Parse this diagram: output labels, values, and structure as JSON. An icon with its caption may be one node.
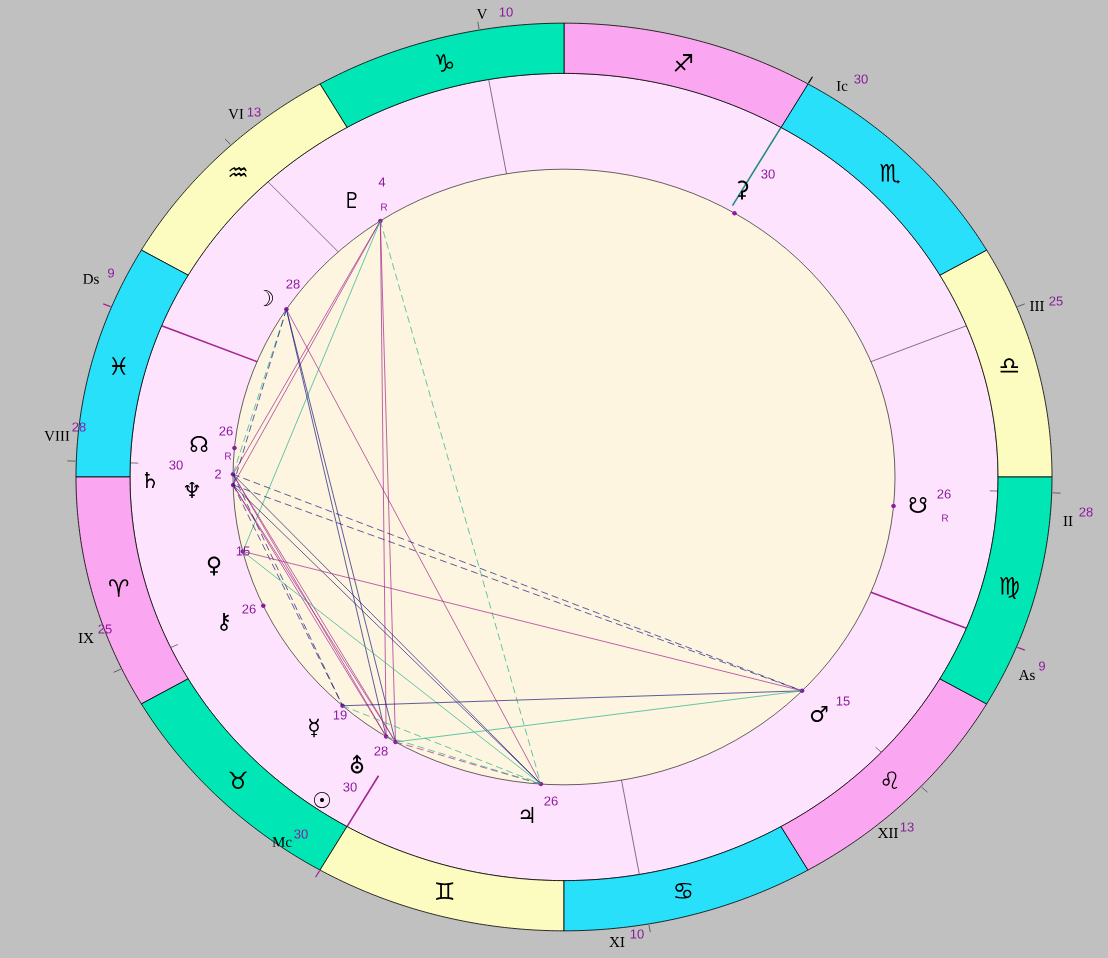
{
  "diagram": {
    "nodes": [
      {
        "text": [
          "♎"
        ]
      },
      {
        "text": [
          "♏"
        ]
      },
      {
        "text": [
          "♐"
        ]
      },
      {
        "text": [
          "♑"
        ]
      },
      {
        "text": [
          "♒"
        ]
      },
      {
        "text": [
          "♓"
        ]
      },
      {
        "text": [
          "♈"
        ]
      },
      {
        "text": [
          "♉"
        ]
      },
      {
        "text": [
          "♊"
        ]
      },
      {
        "text": [
          "♋"
        ]
      },
      {
        "text": [
          "♌"
        ]
      },
      {
        "text": [
          "♍"
        ]
      },
      {
        "text": [],
        "shape": "circle"
      },
      {
        "text": [],
        "shape": "circle"
      },
      {
        "text": [],
        "shape": "circle"
      },
      {
        "text": [],
        "shape": "circle"
      },
      {
        "text": [],
        "shape": "circle"
      },
      {
        "text": [],
        "shape": "circle"
      },
      {
        "text": [],
        "shape": "circle"
      },
      {
        "text": [],
        "shape": "circle"
      },
      {
        "text": [],
        "shape": "circle"
      },
      {
        "text": [],
        "shape": "circle"
      },
      {
        "text": [],
        "shape": "circle"
      },
      {
        "text": [],
        "shape": "circle"
      },
      {
        "text": [],
        "shape": "circle"
      },
      {
        "text": [],
        "shape": "circle"
      }
    ],
    "edges": [
      {
        "from": 12,
        "to": 15,
        "arrow": "none"
      },
      {
        "from": 12,
        "to": 16,
        "arrow": "none"
      },
      {
        "from": 12,
        "to": 17,
        "arrow": "none",
        "color": "#1fb08c"
      },
      {
        "from": 12,
        "to": 20,
        "arrow": "none"
      },
      {
        "from": 12,
        "to": 21,
        "arrow": "none"
      },
      {
        "from": 12,
        "to": 22,
        "arrow": "none",
        "style": "dashed",
        "color": "#1fb08c"
      },
      {
        "from": 13,
        "to": 15,
        "arrow": "none",
        "style": "dashed",
        "color": "#1fb08c"
      },
      {
        "from": 13,
        "to": 16,
        "arrow": "none",
        "style": "dashed",
        "color": "#1a1a80"
      },
      {
        "from": 13,
        "to": 20,
        "arrow": "none",
        "color": "#1a1a80"
      },
      {
        "from": 13,
        "to": 21,
        "arrow": "none",
        "color": "#1a1a80"
      },
      {
        "from": 13,
        "to": 22,
        "arrow": "none"
      },
      {
        "from": 15,
        "to": 23,
        "arrow": "none",
        "style": "dashed",
        "color": "#1a1a80"
      },
      {
        "from": 16,
        "to": 23,
        "arrow": "none",
        "style": "dashed",
        "color": "#1a1a80"
      },
      {
        "from": 15,
        "to": 20,
        "arrow": "none"
      },
      {
        "from": 15,
        "to": 21,
        "arrow": "none"
      },
      {
        "from": 16,
        "to": 20,
        "arrow": "none"
      },
      {
        "from": 16,
        "to": 21,
        "arrow": "none"
      },
      {
        "from": 15,
        "to": 22,
        "arrow": "none",
        "color": "#1a1a80"
      },
      {
        "from": 16,
        "to": 22,
        "arrow": "none",
        "color": "#1a1a80"
      },
      {
        "from": 15,
        "to": 19,
        "arrow": "none",
        "style": "dashed",
        "color": "#1a1a80"
      },
      {
        "from": 16,
        "to": 19,
        "arrow": "none",
        "style": "dashed",
        "color": "#1a1a80"
      },
      {
        "from": 17,
        "to": 23,
        "arrow": "none"
      },
      {
        "from": 17,
        "to": 22,
        "arrow": "none",
        "color": "#1fb08c"
      },
      {
        "from": 19,
        "to": 23,
        "arrow": "none",
        "color": "#1a1a80"
      },
      {
        "from": 19,
        "to": 22,
        "arrow": "none",
        "style": "dashed",
        "color": "#1fb08c"
      },
      {
        "from": 21,
        "to": 23,
        "arrow": "none",
        "color": "#1fb08c"
      },
      {
        "from": 21,
        "to": 22,
        "arrow": "none",
        "style": "dashed"
      },
      {
        "from": 20,
        "to": 22,
        "arrow": "none",
        "style": "dashed",
        "color": "#1fb08c"
      }
    ],
    "labels": [
      "V",
      "10",
      "Ic",
      "30",
      "VI",
      "13",
      "III",
      "25",
      "Ds",
      "9",
      "VIII",
      "28",
      "II",
      "28",
      "IX",
      "25",
      "As",
      "9",
      "XII",
      "13",
      "Mc",
      "30",
      "XI",
      "10",
      "♇",
      "4",
      "R",
      "☽",
      "28",
      "☊",
      "26",
      "R",
      "♄",
      "30",
      "♆",
      "2",
      "♀",
      "15",
      "⚷",
      "26",
      "☿",
      "19",
      "⛢",
      "28",
      "☉",
      "30",
      "♃",
      "26",
      "♂",
      "15",
      "☋",
      "26",
      "R",
      "⚳",
      "30"
    ]
  }
}
